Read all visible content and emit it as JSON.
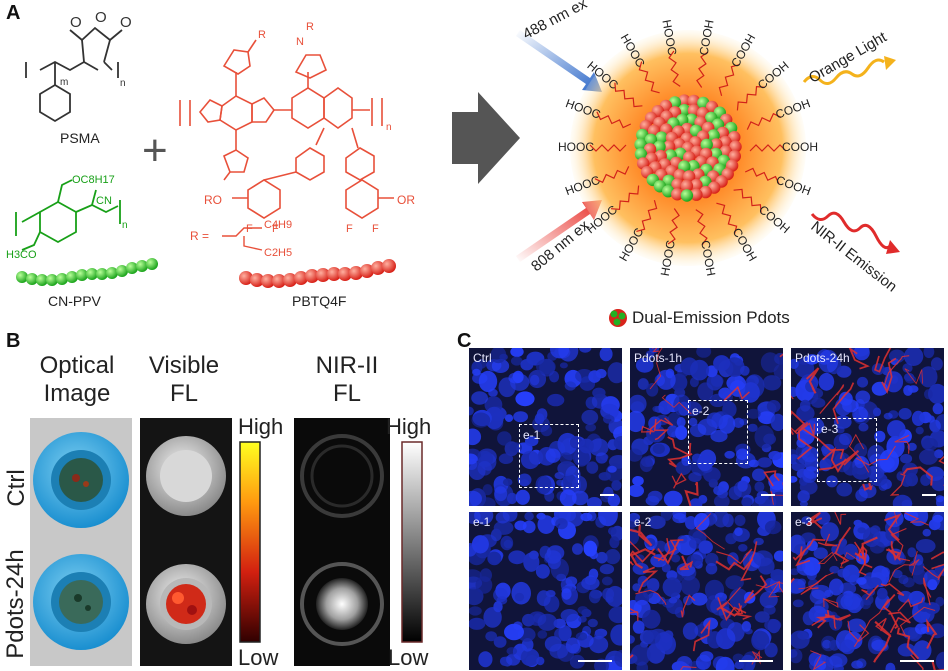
{
  "panel_labels": {
    "a": "A",
    "b": "B",
    "c": "C"
  },
  "panel_a": {
    "psma_label": "PSMA",
    "plus": "+",
    "cnppv_label": "CN-PPV",
    "pbtq4f_label": "PBTQ4F",
    "r_def": "R =",
    "c4h9": "C4H9",
    "c2h5": "C2H5",
    "oc8h17": "OC8H17",
    "cn": "CN",
    "h3co": "H3CO",
    "ro_left": "RO",
    "or_right": "OR",
    "n_sub": "n",
    "m_sub": "m",
    "ex488": "488 nm ex",
    "ex808": "808 nm ex",
    "orange_light": "Orange Light",
    "nir_emission": "NIR-II Emission",
    "cooh": "COOH",
    "hooc": "HOOC",
    "legend": "Dual-Emission Pdots"
  },
  "panel_b": {
    "col_optical": [
      "Optical",
      "Image"
    ],
    "col_visible": [
      "Visible",
      "FL"
    ],
    "col_nir": [
      "NIR-II",
      "FL"
    ],
    "row_ctrl": "Ctrl",
    "row_pdots": "Pdots-24h",
    "scale_high": "High",
    "scale_low": "Low"
  },
  "panel_c": {
    "top": [
      "Ctrl",
      "Pdots-1h",
      "Pdots-24h"
    ],
    "inset": [
      "e-1",
      "e-2",
      "e-3"
    ],
    "bottom": [
      "e-1",
      "e-2",
      "e-3"
    ]
  }
}
